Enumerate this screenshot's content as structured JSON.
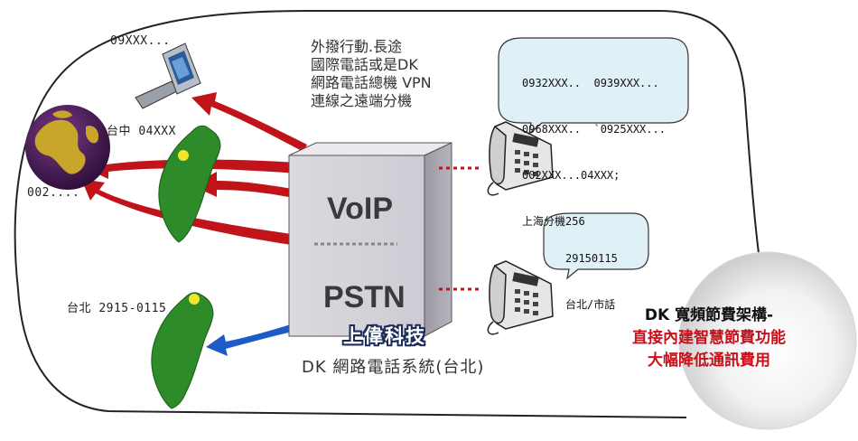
{
  "diagram": {
    "caption_lines": [
      "外撥行動.長途",
      "國際電話或是DK",
      "網路電話總機 VPN",
      "連線之遠端分機"
    ],
    "labels": {
      "mobile": "09XXX...",
      "taichung": "台中 04XXX",
      "international": "002....",
      "taipei": "台北 2915-0115"
    },
    "box": {
      "voip": "VoIP",
      "pstn": "PSTN"
    },
    "company": "上偉科技",
    "system_name": "DK  網路電話系統(台北)",
    "bubble_voip": {
      "lines": [
        "0932XXX..  0939XXX...",
        "0968XXX..  `0925XXX...",
        "002XXX...04XXX;",
        "上海分機256"
      ]
    },
    "bubble_pstn": {
      "lines": [
        "29150115",
        "台北/市話"
      ]
    },
    "promo": {
      "line1": "DK 寬頻節費架構-",
      "line2": "直接內建智慧節費功能",
      "line3": "大幅降低通訊費用"
    },
    "colors": {
      "voip_arrows": "#c0141a",
      "pstn_arrow": "#1e5bc6",
      "island": "#2e8b2a",
      "globe": "#4a1f5a",
      "continents": "#c8a62a"
    },
    "icons": [
      "mobile-phone-icon",
      "globe-icon",
      "taiwan-map-icon",
      "desk-phone-icon"
    ]
  }
}
